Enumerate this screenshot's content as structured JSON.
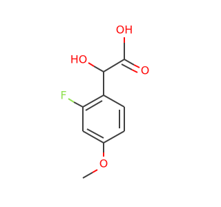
{
  "molecule": {
    "colors": {
      "carbon_bond": "#3f3f3f",
      "oxygen": "#ff0d0d",
      "fluorine": "#90e050"
    },
    "labels": {
      "oh_acid": "OH",
      "carbonyl_o": "O",
      "oh_alpha": "HO",
      "fluoro": "F",
      "methoxy_o": "O"
    }
  }
}
